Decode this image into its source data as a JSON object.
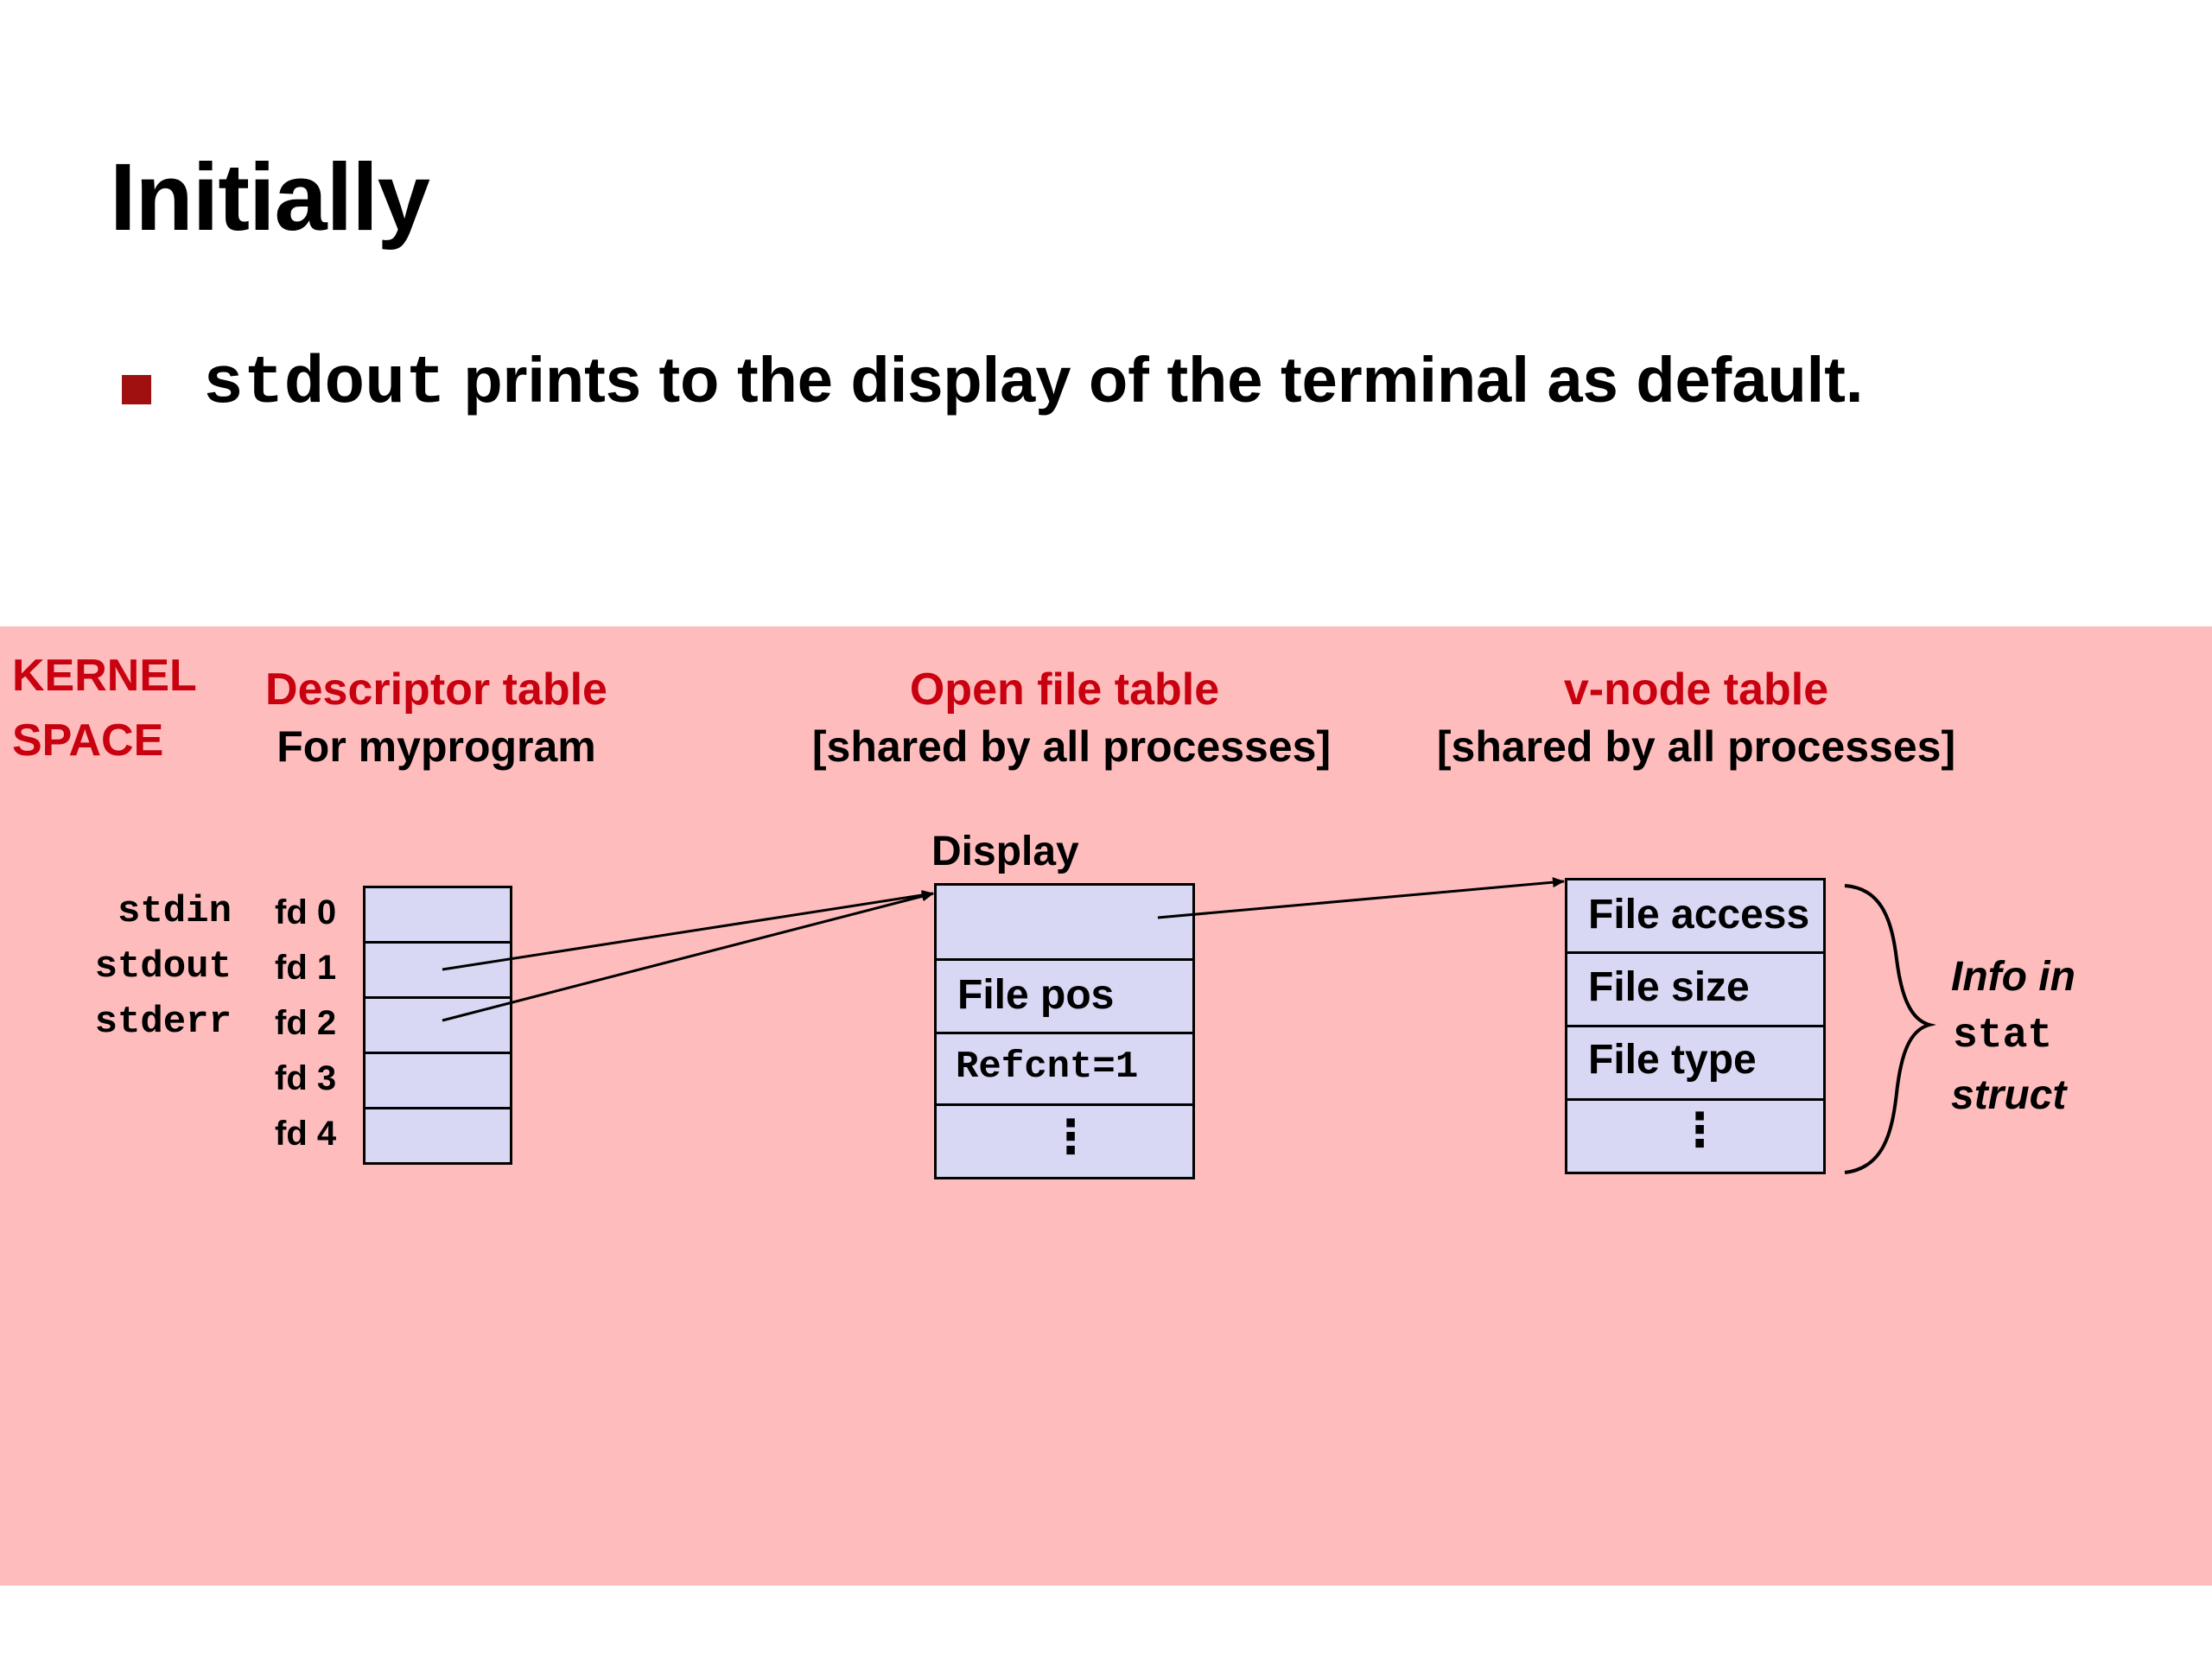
{
  "slide": {
    "title": "Initially",
    "bullet": {
      "code": "stdout",
      "text": " prints to the display of the terminal as default."
    }
  },
  "kernel": {
    "line1": "KERNEL",
    "line2": "SPACE"
  },
  "descriptor_table": {
    "title": "Descriptor table",
    "subtitle": "For myprogram",
    "std_names": [
      "stdin",
      "stdout",
      "stderr"
    ],
    "fd_labels": [
      "fd 0",
      "fd 1",
      "fd 2",
      "fd 3",
      "fd 4"
    ]
  },
  "open_file_table": {
    "title": "Open file table",
    "subtitle": "[shared by all processes]",
    "entry_label": "Display",
    "file_pos": "File pos",
    "refcnt": "Refcnt=1",
    "ellipsis": "⋮"
  },
  "vnode_table": {
    "title": "v-node table",
    "subtitle": "[shared by all processes]",
    "rows": [
      "File access",
      "File size",
      "File type"
    ],
    "ellipsis": "⋮"
  },
  "info": {
    "line1": "Info in",
    "line2": "stat",
    "line3": "struct"
  },
  "colors": {
    "kernel_bg": "#ffbcbc",
    "heading_red": "#c8000f",
    "cell_fill": "#d8d8f4",
    "bullet": "#a01010"
  }
}
